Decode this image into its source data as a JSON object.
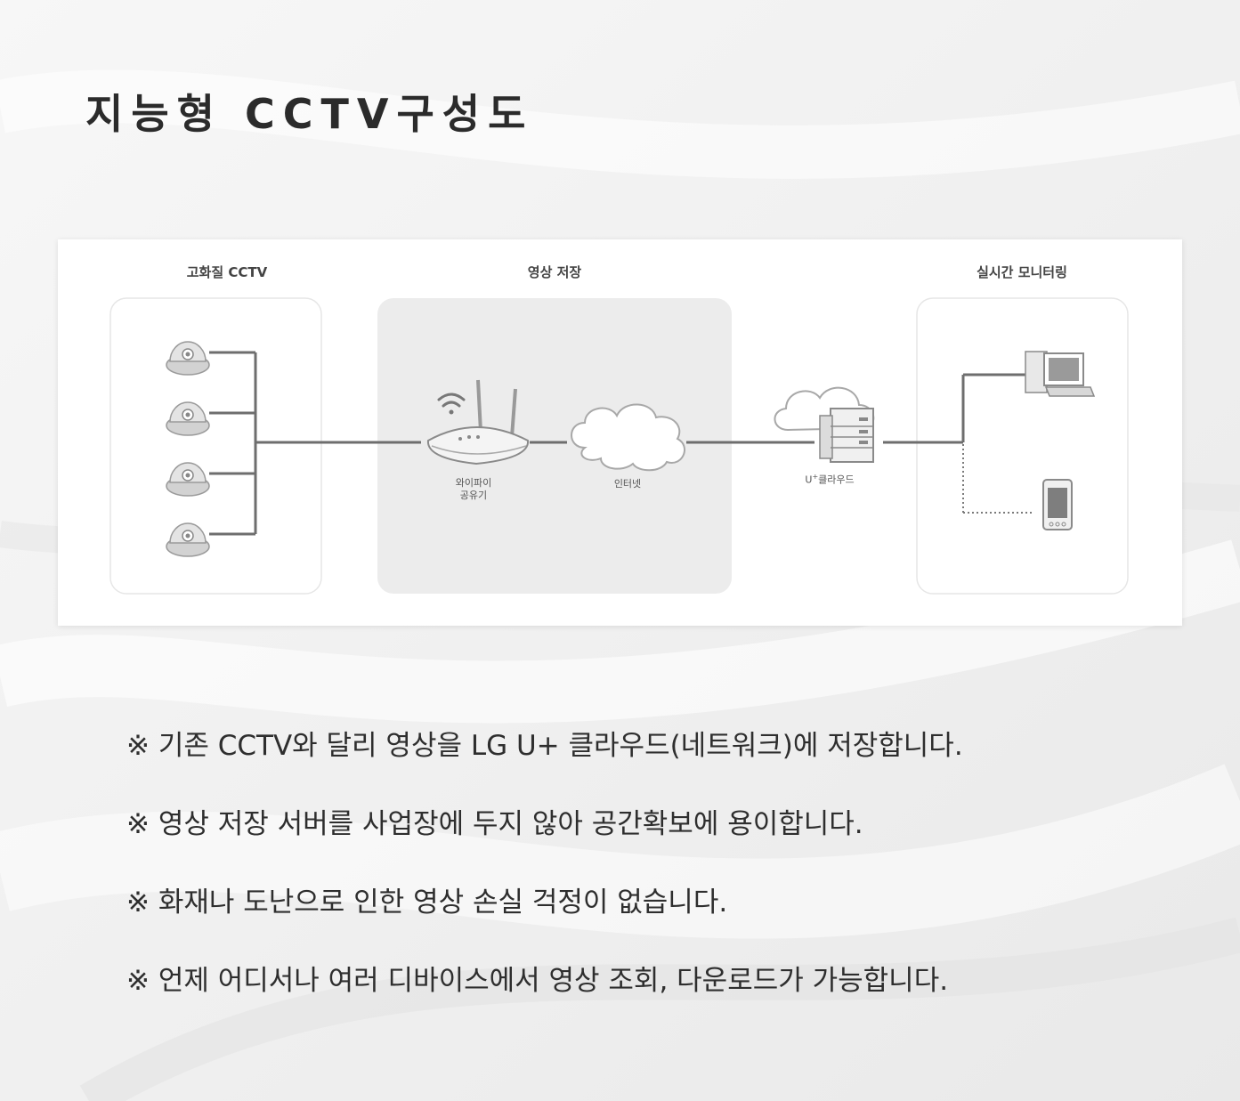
{
  "title": "지능형 CCTV구성도",
  "diagram": {
    "sections": {
      "cctv": "고화질 CCTV",
      "storage": "영상 저장",
      "monitoring": "실시간 모니터링"
    },
    "nodes": {
      "router_line1": "와이파이",
      "router_line2": "공유기",
      "internet": "인터넷",
      "cloud_prefix": "U",
      "cloud_sup": "+",
      "cloud_suffix": "클라우드"
    }
  },
  "notes": [
    "※ 기존 CCTV와 달리 영상을 LG U+ 클라우드(네트워크)에 저장합니다.",
    "※ 영상 저장 서버를 사업장에 두지 않아 공간확보에 용이합니다.",
    "※ 화재나 도난으로 인한 영상 손실 걱정이 없습니다.",
    "※ 언제 어디서나 여러 디바이스에서 영상 조회, 다운로드가 가능합니다."
  ],
  "colors": {
    "line": "#6e6e6e",
    "panel_border": "#e6e6e6",
    "storage_panel": "#ececec"
  }
}
